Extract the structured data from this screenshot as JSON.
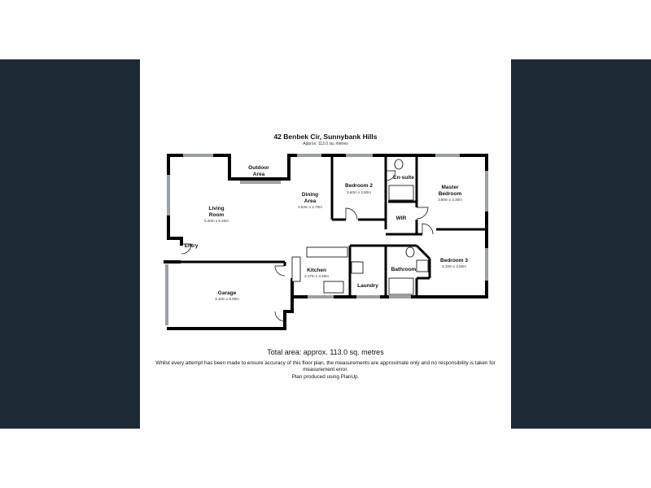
{
  "plan": {
    "title": "42 Benbek Cir, Sunnybank Hills",
    "subtitle": "Approx. 113.0 sq. metres",
    "total_area": "Total area: approx. 113.0 sq. metres",
    "disclaimer": "Whilst every attempt has been made to ensure accuracy of this floor plan, the measurements are approximate only and no responsibility is taken for measurement error.",
    "produced_by": "Plan produced using PlanUp."
  },
  "rooms": {
    "outdoor_area": {
      "name_1": "Outdoor",
      "name_2": "Area"
    },
    "living_room": {
      "name_1": "Living",
      "name_2": "Room",
      "dims": "5.20m x 5.40m"
    },
    "dining_area": {
      "name_1": "Dining",
      "name_2": "Area",
      "dims": "4.53m x 2.70m"
    },
    "bedroom_2": {
      "name": "Bedroom 2",
      "dims": "3.60m x 2.80m"
    },
    "en_suite": {
      "name": "En-suite"
    },
    "master_bedroom": {
      "name_1": "Master",
      "name_2": "Bedroom",
      "dims": "3.80m x 3.30m"
    },
    "wir": {
      "name": "WIR"
    },
    "entry": {
      "name": "Entry"
    },
    "bedroom_3": {
      "name": "Bedroom 3",
      "dims": "3.10m x 2.80m"
    },
    "kitchen": {
      "name": "Kitchen",
      "dims": "2.17m x 3.28m"
    },
    "bathroom": {
      "name": "Bathroom"
    },
    "laundry": {
      "name": "Laundry"
    },
    "garage": {
      "name": "Garage",
      "dims": "3.10m x 6.00m"
    }
  },
  "colors": {
    "wall": "#000000",
    "page_side": "#1f2a37",
    "window": "#9aa0a6"
  }
}
